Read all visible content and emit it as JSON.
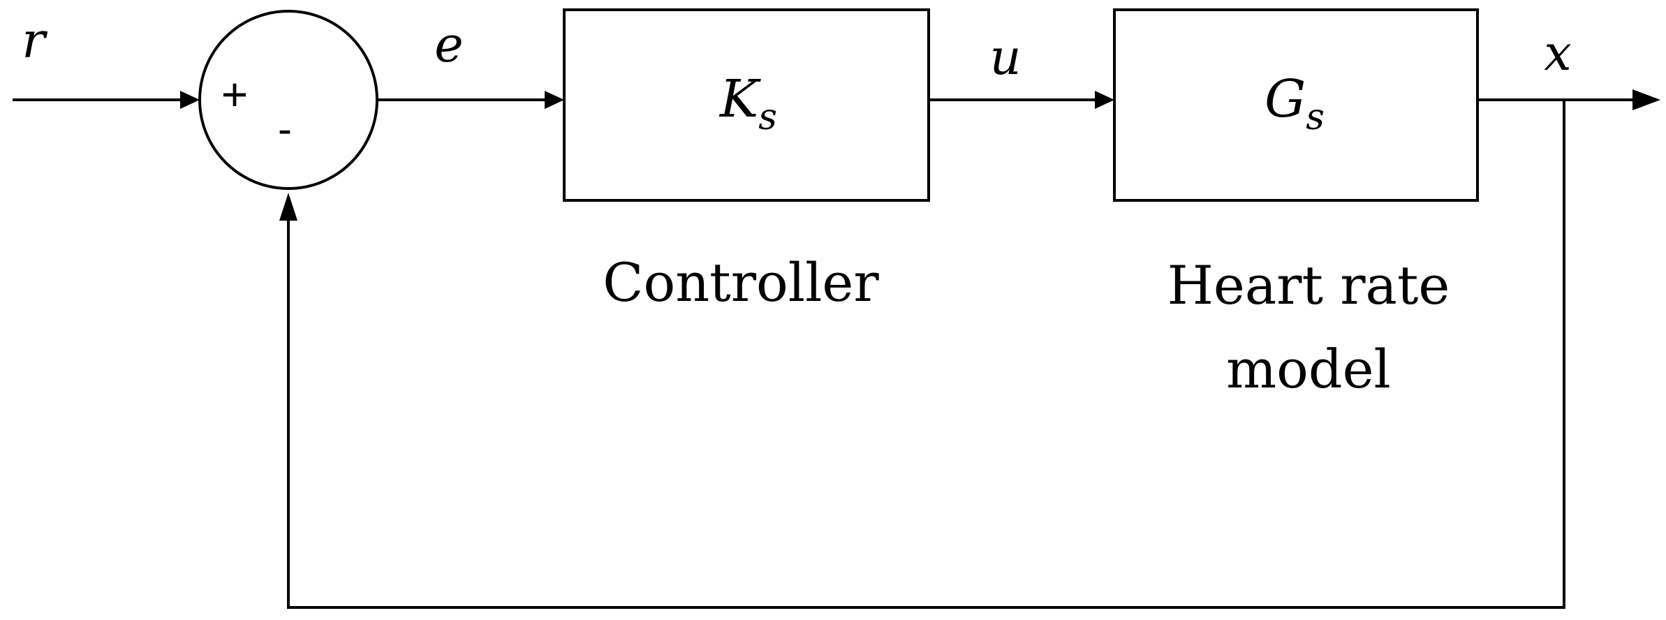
{
  "signals": {
    "r": "r",
    "e": "e",
    "u": "u",
    "x": "x"
  },
  "summing_junction": {
    "plus": "+",
    "minus": "-"
  },
  "blocks": {
    "controller": {
      "symbol": "K",
      "subscript": "s",
      "caption": "Controller"
    },
    "plant": {
      "symbol": "G",
      "subscript": "s",
      "caption_line1": "Heart rate",
      "caption_line2": "model"
    }
  }
}
